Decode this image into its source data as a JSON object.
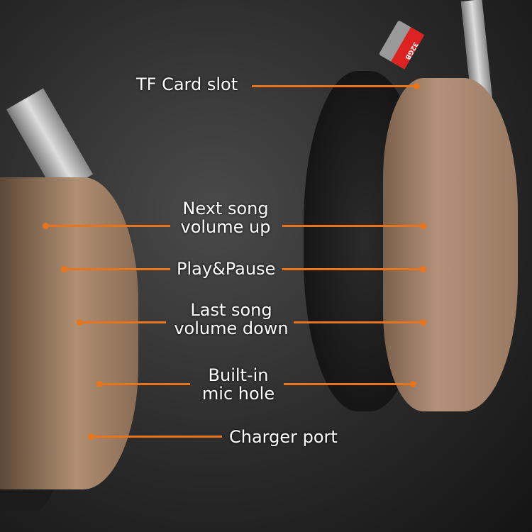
{
  "sd_card": {
    "capacity": "32GB"
  },
  "labels": {
    "tf_card": "TF Card slot",
    "next_song": "Next song\nvolume up",
    "next_song_1": "Next song",
    "next_song_2": "volume up",
    "play_pause": "Play&Pause",
    "last_song_1": "Last song",
    "last_song_2": "volume down",
    "mic_1": "Built-in",
    "mic_2": "mic hole",
    "charger": "Charger port"
  },
  "colors": {
    "accent": "#e8741e",
    "shell": "#a9876a",
    "cushion": "#1a1a1a"
  }
}
